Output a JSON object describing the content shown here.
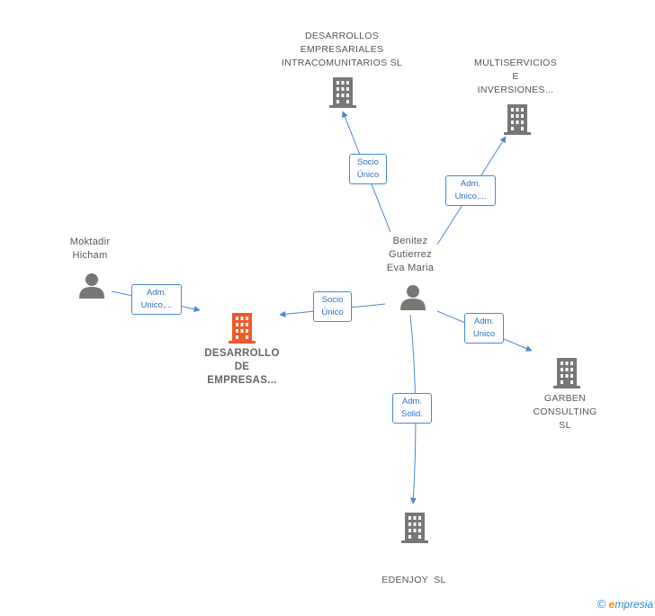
{
  "colors": {
    "edge": "#4a86d4",
    "node_icon": "#777777",
    "focus_icon": "#f05a28",
    "brand_blue": "#2a8ad4",
    "brand_orange": "#f08a1c"
  },
  "nodes": {
    "desarrollos_intra": {
      "lines": [
        "DESARROLLOS",
        "EMPRESARIALES",
        "INTRACOMUNITARIOS SL"
      ],
      "icon": "building-icon"
    },
    "multiservicios": {
      "lines": [
        "MULTISERVICIOS",
        "E",
        "INVERSIONES..."
      ],
      "icon": "building-icon"
    },
    "moktadir": {
      "lines": [
        "Moktadir",
        "Hicham"
      ],
      "icon": "person-icon"
    },
    "benitez": {
      "lines": [
        "Benitez",
        "Gutierrez",
        "Eva Maria"
      ],
      "icon": "person-icon"
    },
    "desarrollo_focus": {
      "lines": [
        "DESARROLLO",
        "DE",
        "EMPRESAS..."
      ],
      "icon": "building-icon"
    },
    "garben": {
      "lines": [
        "GARBEN",
        "CONSULTING",
        "SL"
      ],
      "icon": "building-icon"
    },
    "edenjoy": {
      "lines": [
        "EDENJOY  SL"
      ],
      "icon": "building-icon"
    }
  },
  "edges": {
    "socio_unico_top": {
      "lines": [
        "Socio",
        "Único"
      ]
    },
    "adm_unico_multi": {
      "lines": [
        "Adm.",
        "Unico,..."
      ]
    },
    "adm_unico_moktadir": {
      "lines": [
        "Adm.",
        "Unico,..."
      ]
    },
    "socio_unico_focus": {
      "lines": [
        "Socio",
        "Único"
      ]
    },
    "adm_unico_garben": {
      "lines": [
        "Adm.",
        "Unico"
      ]
    },
    "adm_solid_edenjoy": {
      "lines": [
        "Adm.",
        "Solid."
      ]
    }
  },
  "brand": {
    "copyright": "©",
    "e": "e",
    "rest": "mpresia"
  }
}
